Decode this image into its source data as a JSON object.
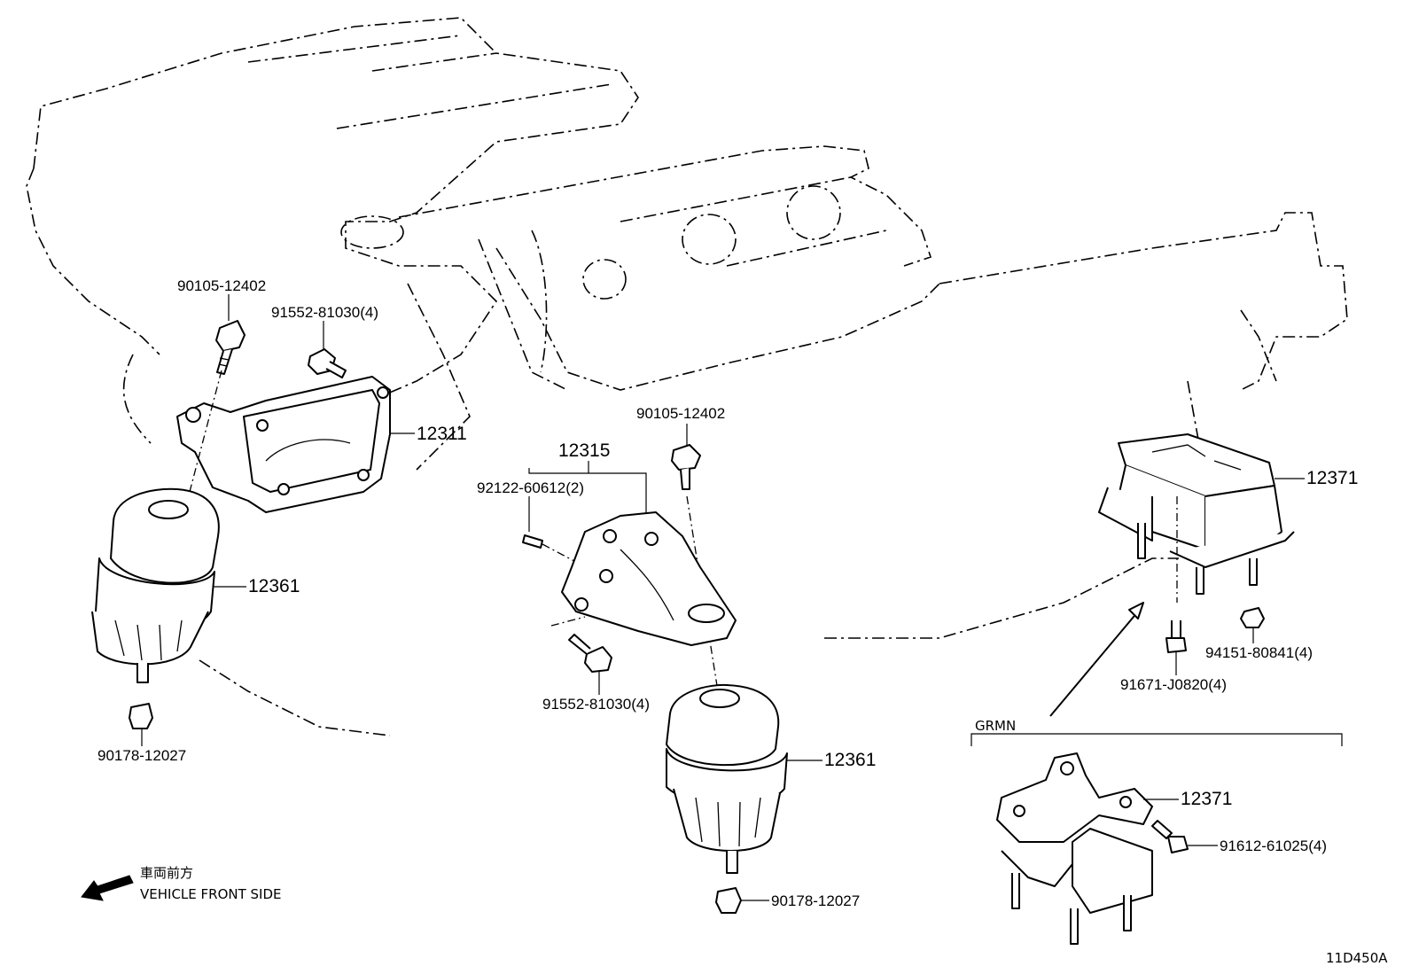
{
  "labels": {
    "bolt_90105_left": "90105-12402",
    "bolt_91552_left": "91552-81030(4)",
    "bracket_12311": "12311",
    "mount_12361_left": "12361",
    "nut_90178_left": "90178-12027",
    "bolt_90105_center": "90105-12402",
    "bracket_12315": "12315",
    "stud_92122": "92122-60612(2)",
    "bolt_91552_center": "91552-81030(4)",
    "mount_12361_center": "12361",
    "nut_90178_center": "90178-12027",
    "mount_12371_rear": "12371",
    "nut_94151": "94151-80841(4)",
    "bolt_91671": "91671-J0820(4)",
    "grmn_label": "GRMN",
    "mount_12371_grmn": "12371",
    "bolt_91612": "91612-61025(4)",
    "front_jp": "車両前方",
    "front_en": "VEHICLE FRONT SIDE",
    "diagram_id": "11D450A"
  }
}
